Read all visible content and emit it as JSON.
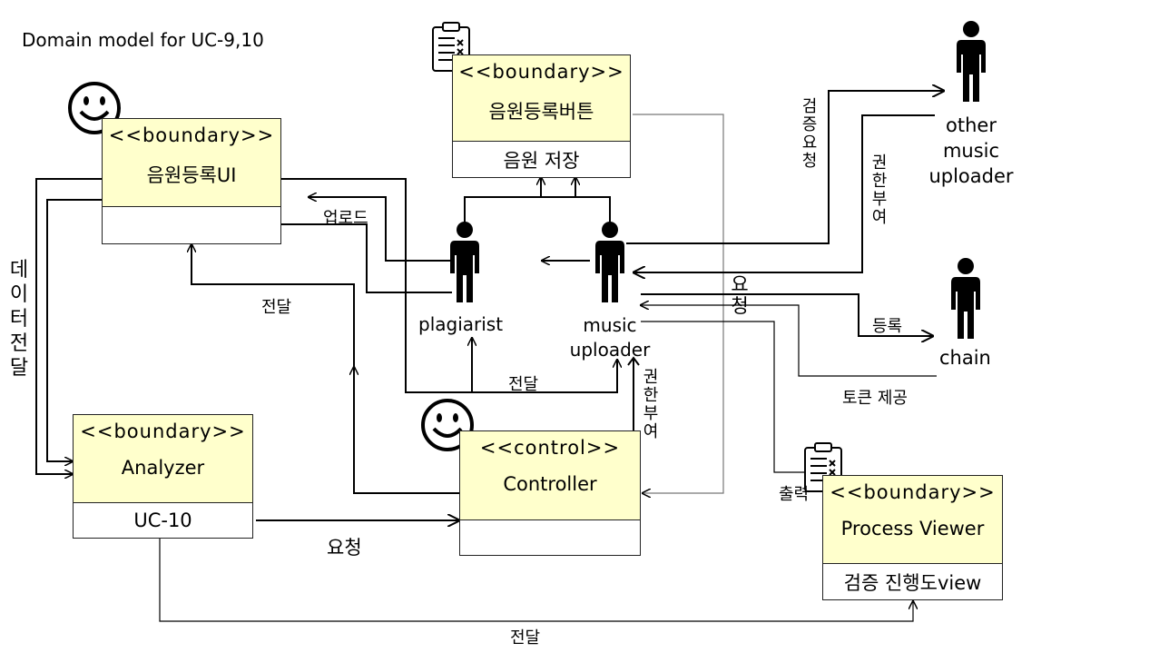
{
  "title": "Domain model for UC-9,10",
  "classes": {
    "upload_button": {
      "stereotype": "<<boundary>>",
      "name": "음원등록버튼",
      "operation": "음원 저장"
    },
    "upload_ui": {
      "stereotype": "<<boundary>>",
      "name": "음원등록UI",
      "operation": ""
    },
    "analyzer": {
      "stereotype": "<<boundary>>",
      "name": "Analyzer",
      "operation": "UC-10"
    },
    "controller": {
      "stereotype": "<<control>>",
      "name": "Controller",
      "operation": ""
    },
    "process_viewer": {
      "stereotype": "<<boundary>>",
      "name": "Process Viewer",
      "operation": "검증 진행도view"
    }
  },
  "actors": {
    "plagiarist": "plagiarist",
    "music_uploader": "music\nuploader",
    "other_uploader": "other\nmusic\nuploader",
    "chain": "chain"
  },
  "labels": {
    "upload": "업로드",
    "deliver_ui": "전달",
    "data_deliver": "데\n이\n터\n전\n달",
    "deliver_mid": "전달",
    "deliver_bottom": "전달",
    "request_bottom": "요청",
    "verify_request": "검\n증\n요\n청",
    "grant_top": "권\n한\n부\n여",
    "request_mid": "요\n청",
    "register": "등록",
    "token": "토큰 제공",
    "grant_mid": "권\n한\n부\n여",
    "output": "출력"
  }
}
